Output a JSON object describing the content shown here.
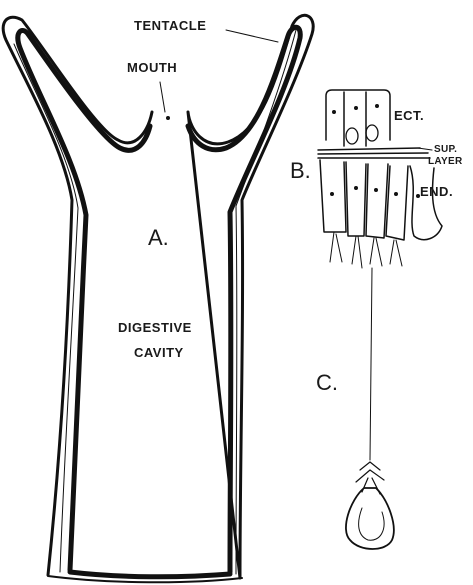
{
  "figure": {
    "panel_a": {
      "marker": "A.",
      "tentacle_label": "TENTACLE",
      "mouth_label": "MOUTH",
      "cavity_label_line1": "DIGESTIVE",
      "cavity_label_line2": "CAVITY"
    },
    "panel_b": {
      "marker": "B.",
      "ectoderm_label": "ECT.",
      "superficial_layer_label_line1": "SUP.",
      "superficial_layer_label_line2": "LAYER",
      "endoderm_label": "END."
    },
    "panel_c": {
      "marker": "C."
    }
  }
}
